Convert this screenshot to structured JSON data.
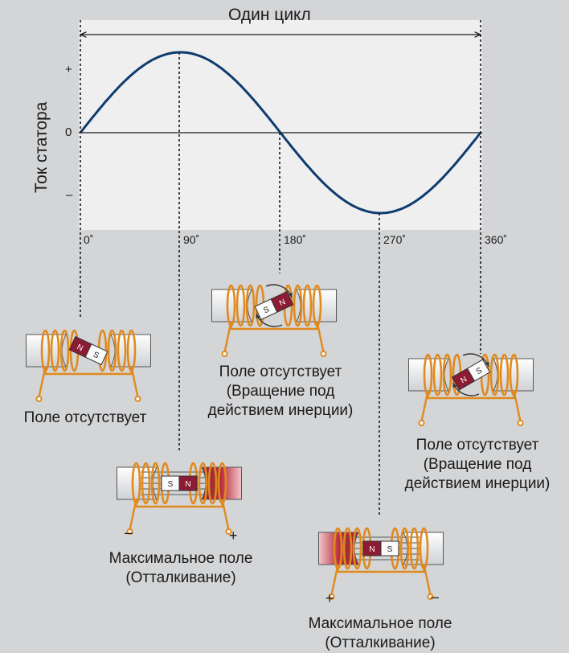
{
  "title": "Один цикл",
  "y_axis": {
    "label": "Ток статора",
    "plus": "+",
    "zero": "0",
    "minus": "–"
  },
  "degree_labels": [
    "0˚",
    "90˚",
    "180˚",
    "270˚",
    "360˚"
  ],
  "chart_data": {
    "type": "line",
    "x": [
      0,
      90,
      180,
      270,
      360
    ],
    "series": [
      {
        "values": [
          0,
          1,
          0,
          -1,
          0
        ]
      }
    ]
  },
  "states": [
    {
      "line1": "Поле отсутствует",
      "line2": "",
      "line3": ""
    },
    {
      "line1": "Максимальное поле",
      "line2": "(Отталкивание)",
      "line3": "",
      "left_sign": "–",
      "right_sign": "+"
    },
    {
      "line1": "Поле отсутствует",
      "line2": "(Вращение под",
      "line3": "действием инерции)"
    },
    {
      "line1": "Максимальное поле",
      "line2": "(Отталкивание)",
      "line3": "",
      "left_sign": "+",
      "right_sign": "–"
    },
    {
      "line1": "Поле отсутствует",
      "line2": "(Вращение под",
      "line3": "действием инерции)"
    }
  ],
  "magnet_letters": {
    "n": "N",
    "s": "S"
  },
  "colors": {
    "wave": "#0f3b6e",
    "plot_bg": "#efefef",
    "coil": "#e08a1e",
    "magnet": "#8c1b33",
    "energized": "#a81c2e"
  }
}
